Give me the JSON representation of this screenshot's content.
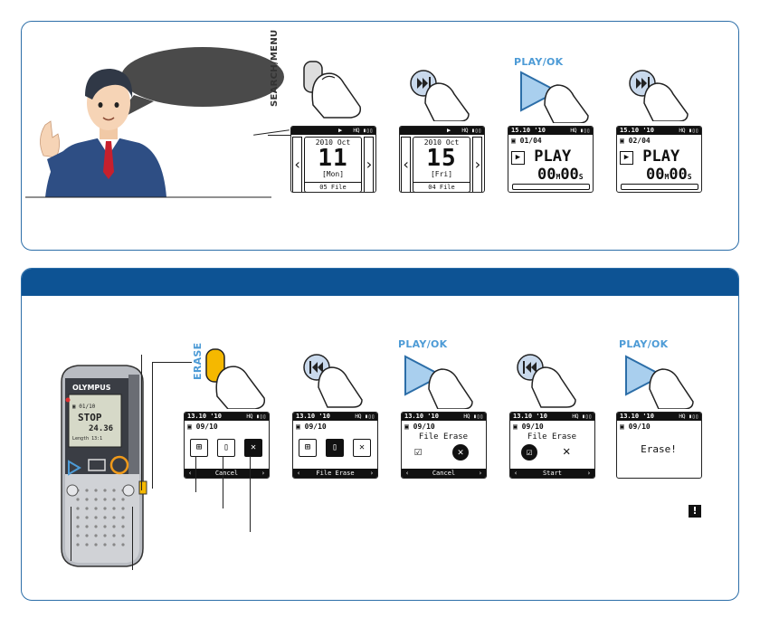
{
  "top_section": {
    "key_search_menu": "SEARCH/MENU",
    "key_play_ok": "PLAY/OK",
    "screens": [
      {
        "top_left": "",
        "top_mid": "▶",
        "top_right": "HQ ▮▯▯",
        "year_month": "2010 Oct",
        "day": "11",
        "weekday": "[Mon]",
        "file_count": "05 File"
      },
      {
        "top_left": "",
        "top_mid": "▶",
        "top_right": "HQ ▮▯▯",
        "year_month": "2010 Oct",
        "day": "15",
        "weekday": "[Fri]",
        "file_count": "04 File"
      },
      {
        "top_left": "15.10 '10",
        "top_right": "HQ ▮▯▯",
        "index": "01/04",
        "status": "PLAY",
        "time_min": "00",
        "min_unit": "M",
        "time_sec": "00",
        "sec_unit": "S"
      },
      {
        "top_left": "15.10 '10",
        "top_right": "HQ ▮▯▯",
        "index": "02/04",
        "status": "PLAY",
        "time_min": "00",
        "min_unit": "M",
        "time_sec": "00",
        "sec_unit": "S"
      }
    ]
  },
  "bottom_section": {
    "key_erase": "ERASE",
    "key_play_ok_1": "PLAY/OK",
    "key_play_ok_2": "PLAY/OK",
    "recorder": {
      "brand": "OLYMPUS",
      "lcd_index": "01/10",
      "lcd_status": "STOP",
      "lcd_time": "24.36",
      "lcd_length": "Length 13:1"
    },
    "screens": [
      {
        "top_left": "13.10 '10",
        "top_right": "HQ ▮▯▯",
        "index": "09/10",
        "bottom": "Cancel"
      },
      {
        "top_left": "13.10 '10",
        "top_right": "HQ ▮▯▯",
        "index": "09/10",
        "bottom": "File Erase"
      },
      {
        "top_left": "13.10 '10",
        "top_right": "HQ ▮▯▯",
        "index": "09/10",
        "title": "File Erase",
        "bottom": "Cancel"
      },
      {
        "top_left": "13.10 '10",
        "top_right": "HQ ▮▯▯",
        "index": "09/10",
        "title": "File Erase",
        "bottom": "Start"
      },
      {
        "top_left": "13.10 '10",
        "top_right": "HQ ▮▯▯",
        "index": "09/10",
        "message": "Erase!"
      }
    ],
    "note_icon": "exclamation-icon"
  },
  "colors": {
    "frame": "#2c6ea8",
    "band": "#0d5394",
    "key_label": "#4d9bd6",
    "erase_button": "#f5b800",
    "play_button": "#a9cfee"
  }
}
